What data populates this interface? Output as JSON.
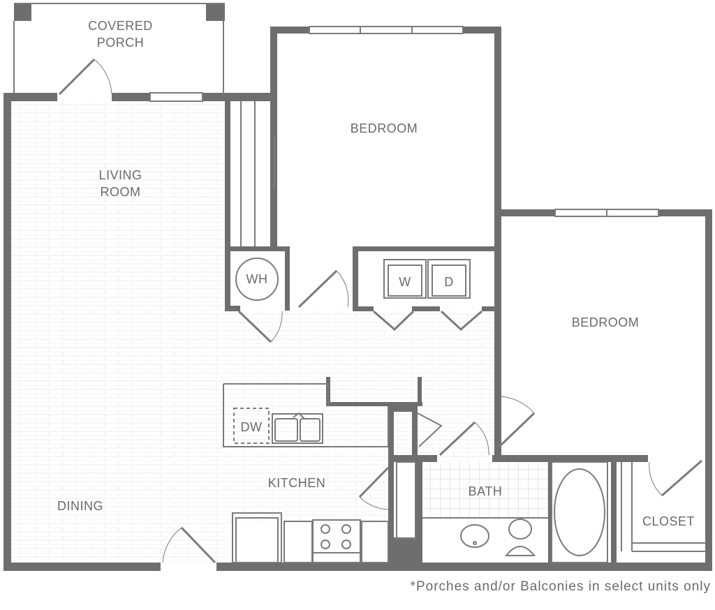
{
  "rooms": {
    "covered_porch": [
      "COVERED",
      "PORCH"
    ],
    "living_room": [
      "LIVING",
      "ROOM"
    ],
    "bedroom_1": "BEDROOM",
    "bedroom_2": "BEDROOM",
    "kitchen": "KITCHEN",
    "dining": "DINING",
    "bath": "BATH",
    "closet": "CLOSET"
  },
  "fixtures": {
    "water_heater": "WH",
    "washer": "W",
    "dryer": "D",
    "dishwasher": "DW"
  },
  "footnote": "*Porches and/or Balconies in select units only",
  "colors": {
    "wall": "#6e6e6e",
    "line": "#8a8a8a",
    "text": "#6a6a6a"
  }
}
